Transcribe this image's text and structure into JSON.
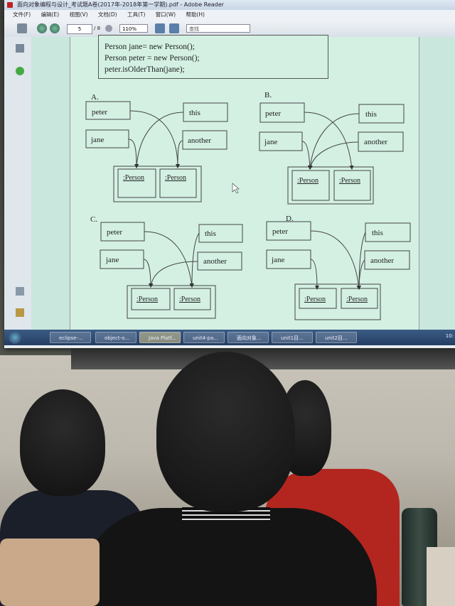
{
  "window": {
    "title": "面向对象编程与设计_考试题A卷(2017年-2018年第一学期).pdf - Adobe Reader"
  },
  "menu": [
    "文件(F)",
    "编辑(E)",
    "视图(V)",
    "文档(D)",
    "工具(T)",
    "窗口(W)",
    "帮助(H)"
  ],
  "toolbar": {
    "page": "5",
    "page_total": "/ 8",
    "zoom": "110%",
    "search_placeholder": "查找"
  },
  "code": [
    "Person jane= new Person();",
    "Person peter = new Person();",
    "peter.isOlderThan(jane);"
  ],
  "diagrams": {
    "a": {
      "label": "A.",
      "peter": "peter",
      "jane": "jane",
      "this": "this",
      "another": "another",
      "obj1": ":Person",
      "obj2": ":Person"
    },
    "b": {
      "label": "B.",
      "peter": "peter",
      "jane": "jane",
      "this": "this",
      "another": "another",
      "obj1": ":Person",
      "obj2": ":Person"
    },
    "c": {
      "label": "C.",
      "peter": "peter",
      "jane": "jane",
      "this": "this",
      "another": "another",
      "obj1": ":Person",
      "obj2": ":Person"
    },
    "d": {
      "label": "D.",
      "peter": "peter",
      "jane": "jane",
      "this": "this",
      "another": "another",
      "obj1": ":Person",
      "obj2": ":Person"
    }
  },
  "taskbar": [
    "eclipse-...",
    "object-o...",
    "Java Platf...",
    "unit4-pa...",
    "面向对象...",
    "unit1目...",
    "unit2目..."
  ],
  "tray_time": "10:"
}
